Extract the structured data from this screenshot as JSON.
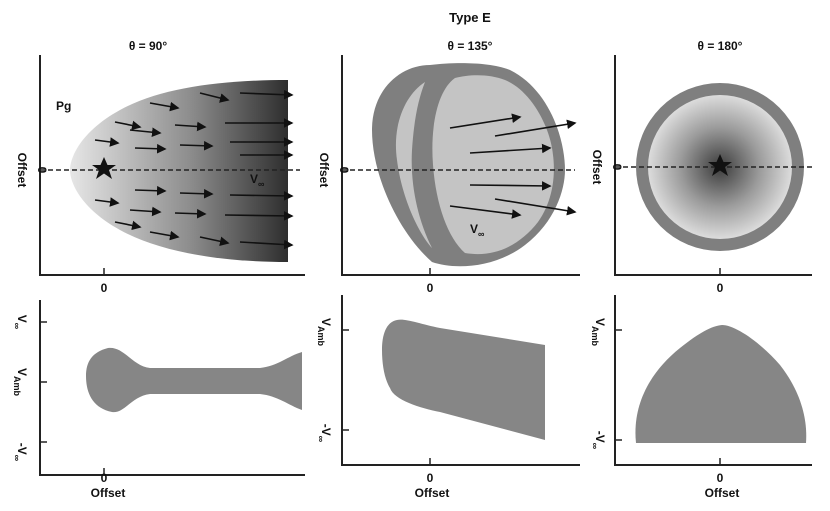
{
  "figure": {
    "main_title": "Type E",
    "panel_titles": [
      "θ = 90°",
      "θ = 135°",
      "θ = 180°"
    ],
    "offset_label": "Offset",
    "zero_label": "0",
    "pg_label": "Pg",
    "v_symbol": "V",
    "v_subscript": "∞",
    "v_amb_subscript": "Amb",
    "neg_v_symbol": "-V",
    "colors": {
      "dark_fill": "#3a3a3a",
      "light_fill": "#e8e8e8",
      "shell_gray": "#7f7f7f",
      "inner_gray": "#c4c4c4",
      "profile_gray": "#868686"
    },
    "icons": [
      "star-icon"
    ]
  }
}
